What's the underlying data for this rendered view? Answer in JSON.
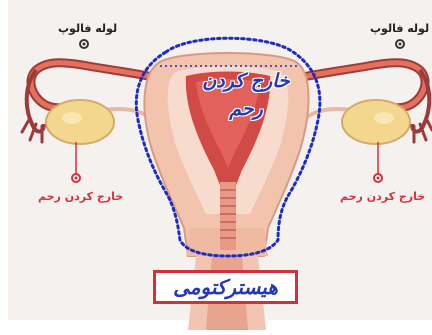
{
  "labels": {
    "tube_left": "لوله فالوپ",
    "tube_right": "لوله فالوپ",
    "removal_left": "خارج کردن رحم",
    "removal_right": "خارج کردن رحم",
    "center_line1": "خارج کردن",
    "center_line2": "رحم",
    "title": "هیسترکتومی"
  },
  "colors": {
    "background": "#f4f1ef",
    "outline_dots": "#1e2bc7",
    "red_labels": "#d6303c",
    "title_text": "#2438b8",
    "title_border": "#d2303a",
    "tissue_pink": "#f2c4ad",
    "uterus_cavity": "#d24a45",
    "ovary": "#f3d78f"
  }
}
